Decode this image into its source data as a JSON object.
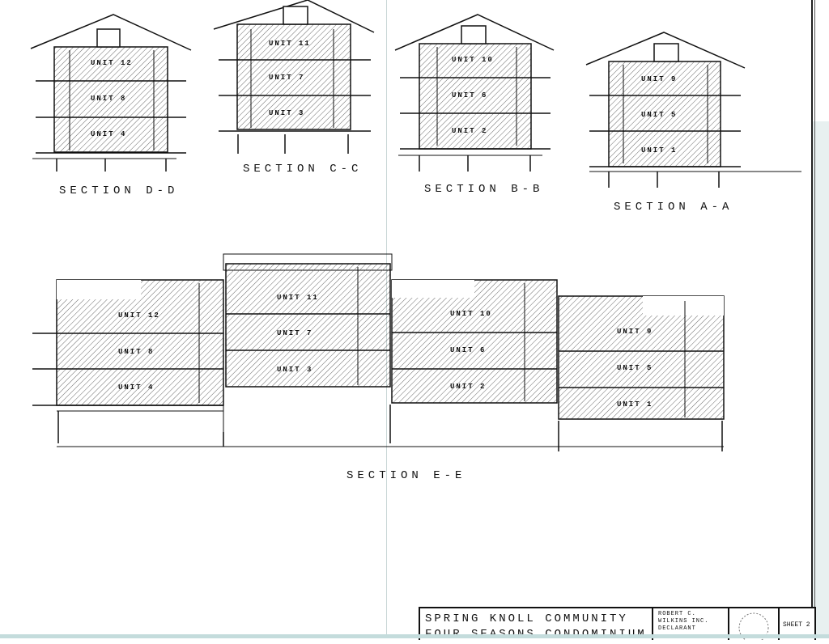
{
  "sections": {
    "d_d": {
      "label": "SECTION D-D",
      "units": [
        "UNIT 12",
        "UNIT 8",
        "UNIT 4"
      ]
    },
    "c_c": {
      "label": "SECTION C-C",
      "units": [
        "UNIT 11",
        "UNIT 7",
        "UNIT 3"
      ]
    },
    "b_b": {
      "label": "SECTION B-B",
      "units": [
        "UNIT 10",
        "UNIT 6",
        "UNIT 2"
      ]
    },
    "a_a": {
      "label": "SECTION A-A",
      "units": [
        "UNIT 9",
        "UNIT 5",
        "UNIT 1"
      ]
    },
    "e_e": {
      "label": "SECTION E-E",
      "units": [
        "UNIT 12",
        "UNIT 8",
        "UNIT 4",
        "UNIT 11",
        "UNIT 7",
        "UNIT 3",
        "UNIT 10",
        "UNIT 6",
        "UNIT 2",
        "UNIT 9",
        "UNIT 5",
        "UNIT 1"
      ]
    }
  },
  "title_block": {
    "line1": "SPRING KNOLL COMMUNITY",
    "line2": "FOUR SEASONS CONDOMINIUM",
    "declarant": [
      "ROBERT C.",
      "WILKINS INC.",
      "DECLARANT"
    ],
    "sheet": "SHEET 2"
  }
}
